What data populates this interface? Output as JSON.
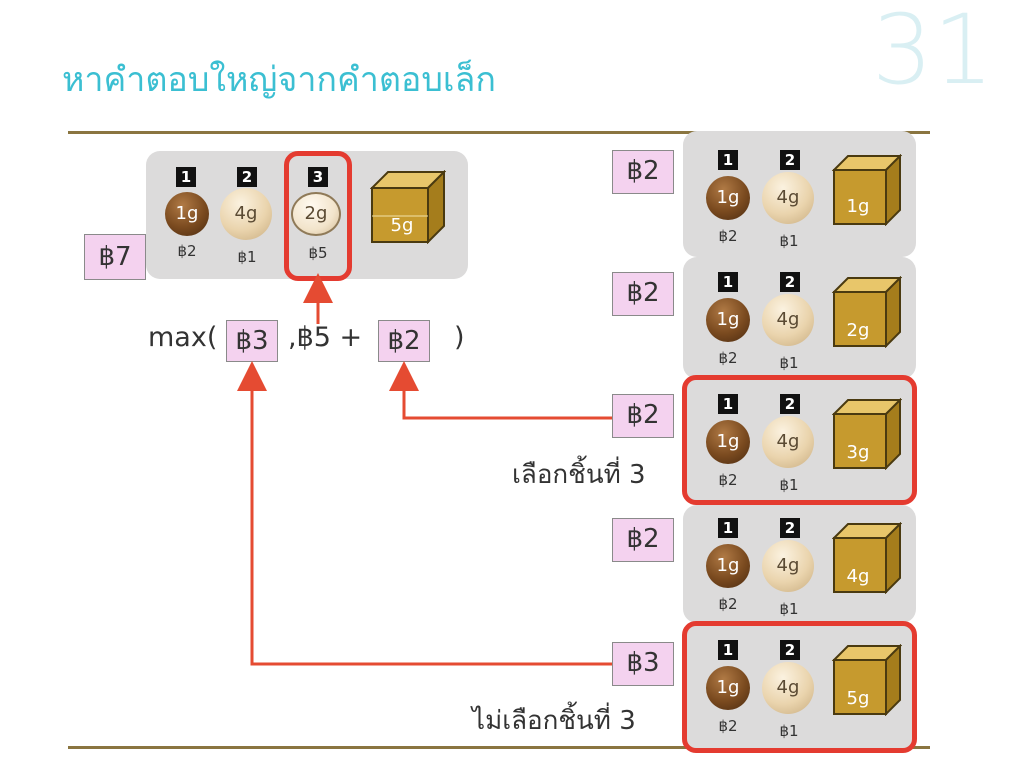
{
  "slide": {
    "title": "หาคำตอบใหญ่จากคำตอบเล็ก",
    "page_number": "31"
  },
  "left_problem": {
    "total": "฿7",
    "items": [
      {
        "index": "1",
        "weight": "1g",
        "price": "฿2"
      },
      {
        "index": "2",
        "weight": "4g",
        "price": "฿1"
      },
      {
        "index": "3",
        "weight": "2g",
        "price": "฿5"
      }
    ],
    "capacity": "5g"
  },
  "formula": {
    "prefix": "max(",
    "first": "฿3",
    "middle": ",฿5 +",
    "second": "฿2",
    "suffix": ")"
  },
  "right_panels": [
    {
      "value": "฿2",
      "capacity": "1g",
      "items": [
        {
          "index": "1",
          "weight": "1g",
          "price": "฿2"
        },
        {
          "index": "2",
          "weight": "4g",
          "price": "฿1"
        }
      ]
    },
    {
      "value": "฿2",
      "capacity": "2g",
      "items": [
        {
          "index": "1",
          "weight": "1g",
          "price": "฿2"
        },
        {
          "index": "2",
          "weight": "4g",
          "price": "฿1"
        }
      ]
    },
    {
      "value": "฿2",
      "capacity": "3g",
      "caption": "เลือกชิ้นที่ 3",
      "items": [
        {
          "index": "1",
          "weight": "1g",
          "price": "฿2"
        },
        {
          "index": "2",
          "weight": "4g",
          "price": "฿1"
        }
      ]
    },
    {
      "value": "฿2",
      "capacity": "4g",
      "items": [
        {
          "index": "1",
          "weight": "1g",
          "price": "฿2"
        },
        {
          "index": "2",
          "weight": "4g",
          "price": "฿1"
        }
      ]
    },
    {
      "value": "฿3",
      "capacity": "5g",
      "caption": "ไม่เลือกชิ้นที่ 3",
      "items": [
        {
          "index": "1",
          "weight": "1g",
          "price": "฿2"
        },
        {
          "index": "2",
          "weight": "4g",
          "price": "฿1"
        }
      ]
    }
  ],
  "colors": {
    "title": "#3bbfd2",
    "highlight": "#e43b30",
    "arrow": "#e54b32",
    "value_box": "#f4d2ef",
    "cube": "#c69a2e"
  }
}
